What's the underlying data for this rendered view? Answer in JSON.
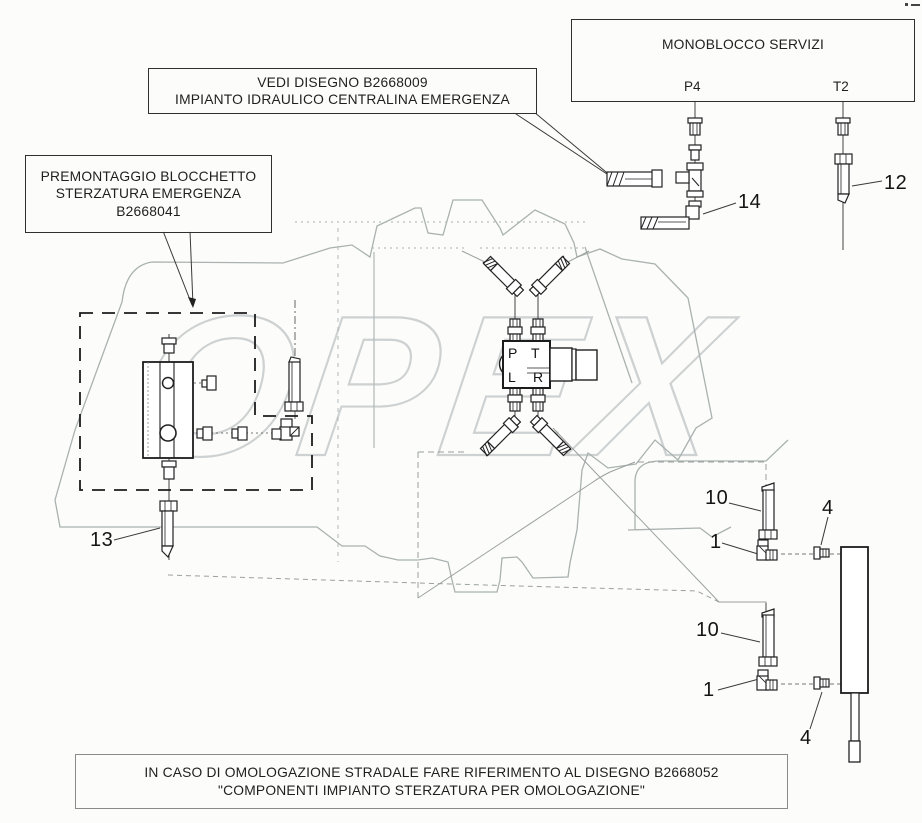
{
  "drawing": {
    "monoblocco_box": {
      "title": "MONOBLOCCO SERVIZI",
      "port_p4": "P4",
      "port_t2": "T2"
    },
    "vedi_note": {
      "line1": "VEDI DISEGNO B2668009",
      "line2": "IMPIANTO IDRAULICO CENTRALINA EMERGENZA"
    },
    "premontaggio_note": {
      "line1": "PREMONTAGGIO BLOCCHETTO",
      "line2": "STERZATURA EMERGENZA",
      "line3": "B2668041"
    },
    "footer_note": {
      "line1": "IN CASO DI OMOLOGAZIONE STRADALE FARE RIFERIMENTO AL DISEGNO B2668052",
      "line2": "\"COMPONENTI IMPIANTO STERZATURA PER OMOLOGAZIONE\""
    },
    "valve_ports": {
      "p": "P",
      "t": "T",
      "l": "L",
      "r": "R"
    },
    "part_labels": {
      "n12": "12",
      "n14": "14",
      "n13": "13",
      "n10_upper": "10",
      "n1_upper": "1",
      "n4_upper": "4",
      "n10_lower": "10",
      "n1_lower": "1",
      "n4_lower": "4"
    },
    "watermark": "OPEX",
    "colors": {
      "line": "#2a2a2a",
      "gray_outline": "#a9b2b0",
      "watermark": "#cdd1d2",
      "background": "#fcfcfa"
    }
  }
}
